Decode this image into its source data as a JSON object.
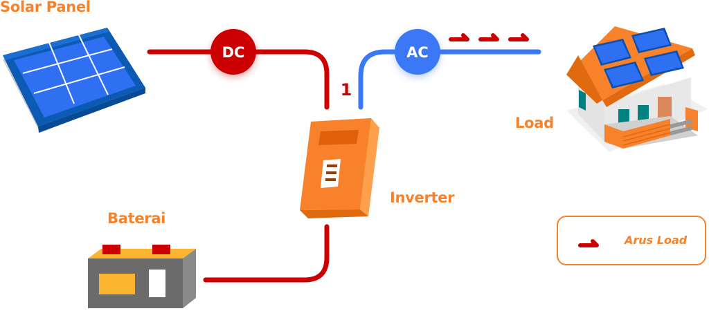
{
  "title": "Sistem PLTS Hybrid",
  "components": {
    "solar_panel": {
      "label": "Solar Panel"
    },
    "inverter": {
      "label": "Inverter"
    },
    "battery": {
      "label": "Baterai"
    },
    "load": {
      "label": "Load"
    }
  },
  "nodes": {
    "dc": {
      "label": "DC"
    },
    "ac": {
      "label": "AC"
    },
    "junction_number": "1"
  },
  "legend": {
    "label": "Arus Load"
  },
  "colors": {
    "accent_orange": "#f7822b",
    "dc_red": "#cc0000",
    "ac_blue": "#3a78f5",
    "panel_blue": "#2f6ff2",
    "panel_frame": "#0b5bb5"
  }
}
